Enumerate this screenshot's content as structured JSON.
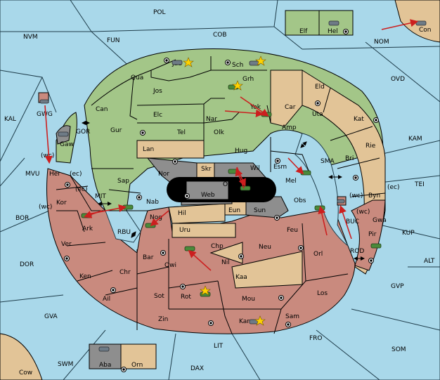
{
  "map": {
    "colors": {
      "sea": "#a9d8ea",
      "green": "#a3c688",
      "red": "#c98a7e",
      "tan": "#e2c497",
      "gray": "#8e8e8e",
      "arrow": "#cc1f1f",
      "sc": "#000000",
      "star": "#ffd200"
    },
    "sea_labels": {
      "POL": "POL",
      "NVM": "NVM",
      "FUN": "FUN",
      "COB": "COB",
      "NOM": "NOM",
      "OVD": "OVD",
      "KAL": "KAL",
      "KAM": "KAM",
      "GOR": "GOR",
      "MVU": "MVU",
      "SMA": "SMA",
      "TEI": "TEI",
      "BOR": "BOR",
      "MIT": "MIT",
      "RBU": "RBU",
      "BUC": "BUC",
      "KUP": "KUP",
      "ROD": "ROD",
      "DOR": "DOR",
      "ALT": "ALT",
      "GVP": "GVP",
      "GVA": "GVA",
      "FRO": "FRO",
      "SOM": "SOM",
      "SWM": "SWM",
      "LIT": "LIT",
      "DAX": "DAX"
    },
    "green_labels": {
      "Jad": "Jad",
      "Sch": "Sch",
      "Qua": "Qua",
      "Jos": "Jos",
      "Grh": "Grh",
      "Eld": "Eld",
      "Can": "Can",
      "Yok": "Yok",
      "Elc": "Elc",
      "Nar": "Nar",
      "Amp": "Amp",
      "Tel": "Tel",
      "Olk": "Olk",
      "Gur": "Gur",
      "Hug": "Hug",
      "Esm": "Esm",
      "Wil": "Wil",
      "Nor": "Nor",
      "Sap": "Sap",
      "Mel": "Mel",
      "Nab": "Nab",
      "Gaw": "Gaw",
      "Elf": "Elf",
      "Hel": "Hel"
    },
    "tan_labels": {
      "Car": "Car",
      "Uta": "Uta",
      "Kat": "Kat",
      "Bri": "Bri",
      "Rie": "Rie",
      "Lan": "Lan",
      "Byn": "Byn",
      "Skr": "Skr",
      "Hil": "Hil",
      "Eun": "Eun",
      "Uru": "Uru",
      "Nil": "Nil",
      "Kaa": "Kaa",
      "Gwa": "Gwa",
      "Orn": "Orn",
      "Cow": "Cow",
      "Con": "Con"
    },
    "red_labels": {
      "Her": "Her",
      "Kor": "Kor",
      "Ark": "Ark",
      "Ver": "Ver",
      "Ken": "Ken",
      "Chr": "Chr",
      "Ail": "Ail",
      "Bar": "Bar",
      "Qwi": "Qwi",
      "Chp": "Chp",
      "Neu": "Neu",
      "Feu": "Feu",
      "Obs": "Obs",
      "Orl": "Orl",
      "Sot": "Sot",
      "Rot": "Rot",
      "Mou": "Mou",
      "Los": "Los",
      "Zin": "Zin",
      "Kar": "Kar",
      "Sam": "Sam",
      "Pir": "Pir",
      "Nog": "Nog"
    },
    "gray_labels": {
      "Web": "Web",
      "Ost": "Ost",
      "Sun": "Sun",
      "Aba": "Aba",
      "GWG": "GWG"
    },
    "coast_labels": {
      "wc": "(wc)",
      "ec": "(ec)"
    }
  }
}
